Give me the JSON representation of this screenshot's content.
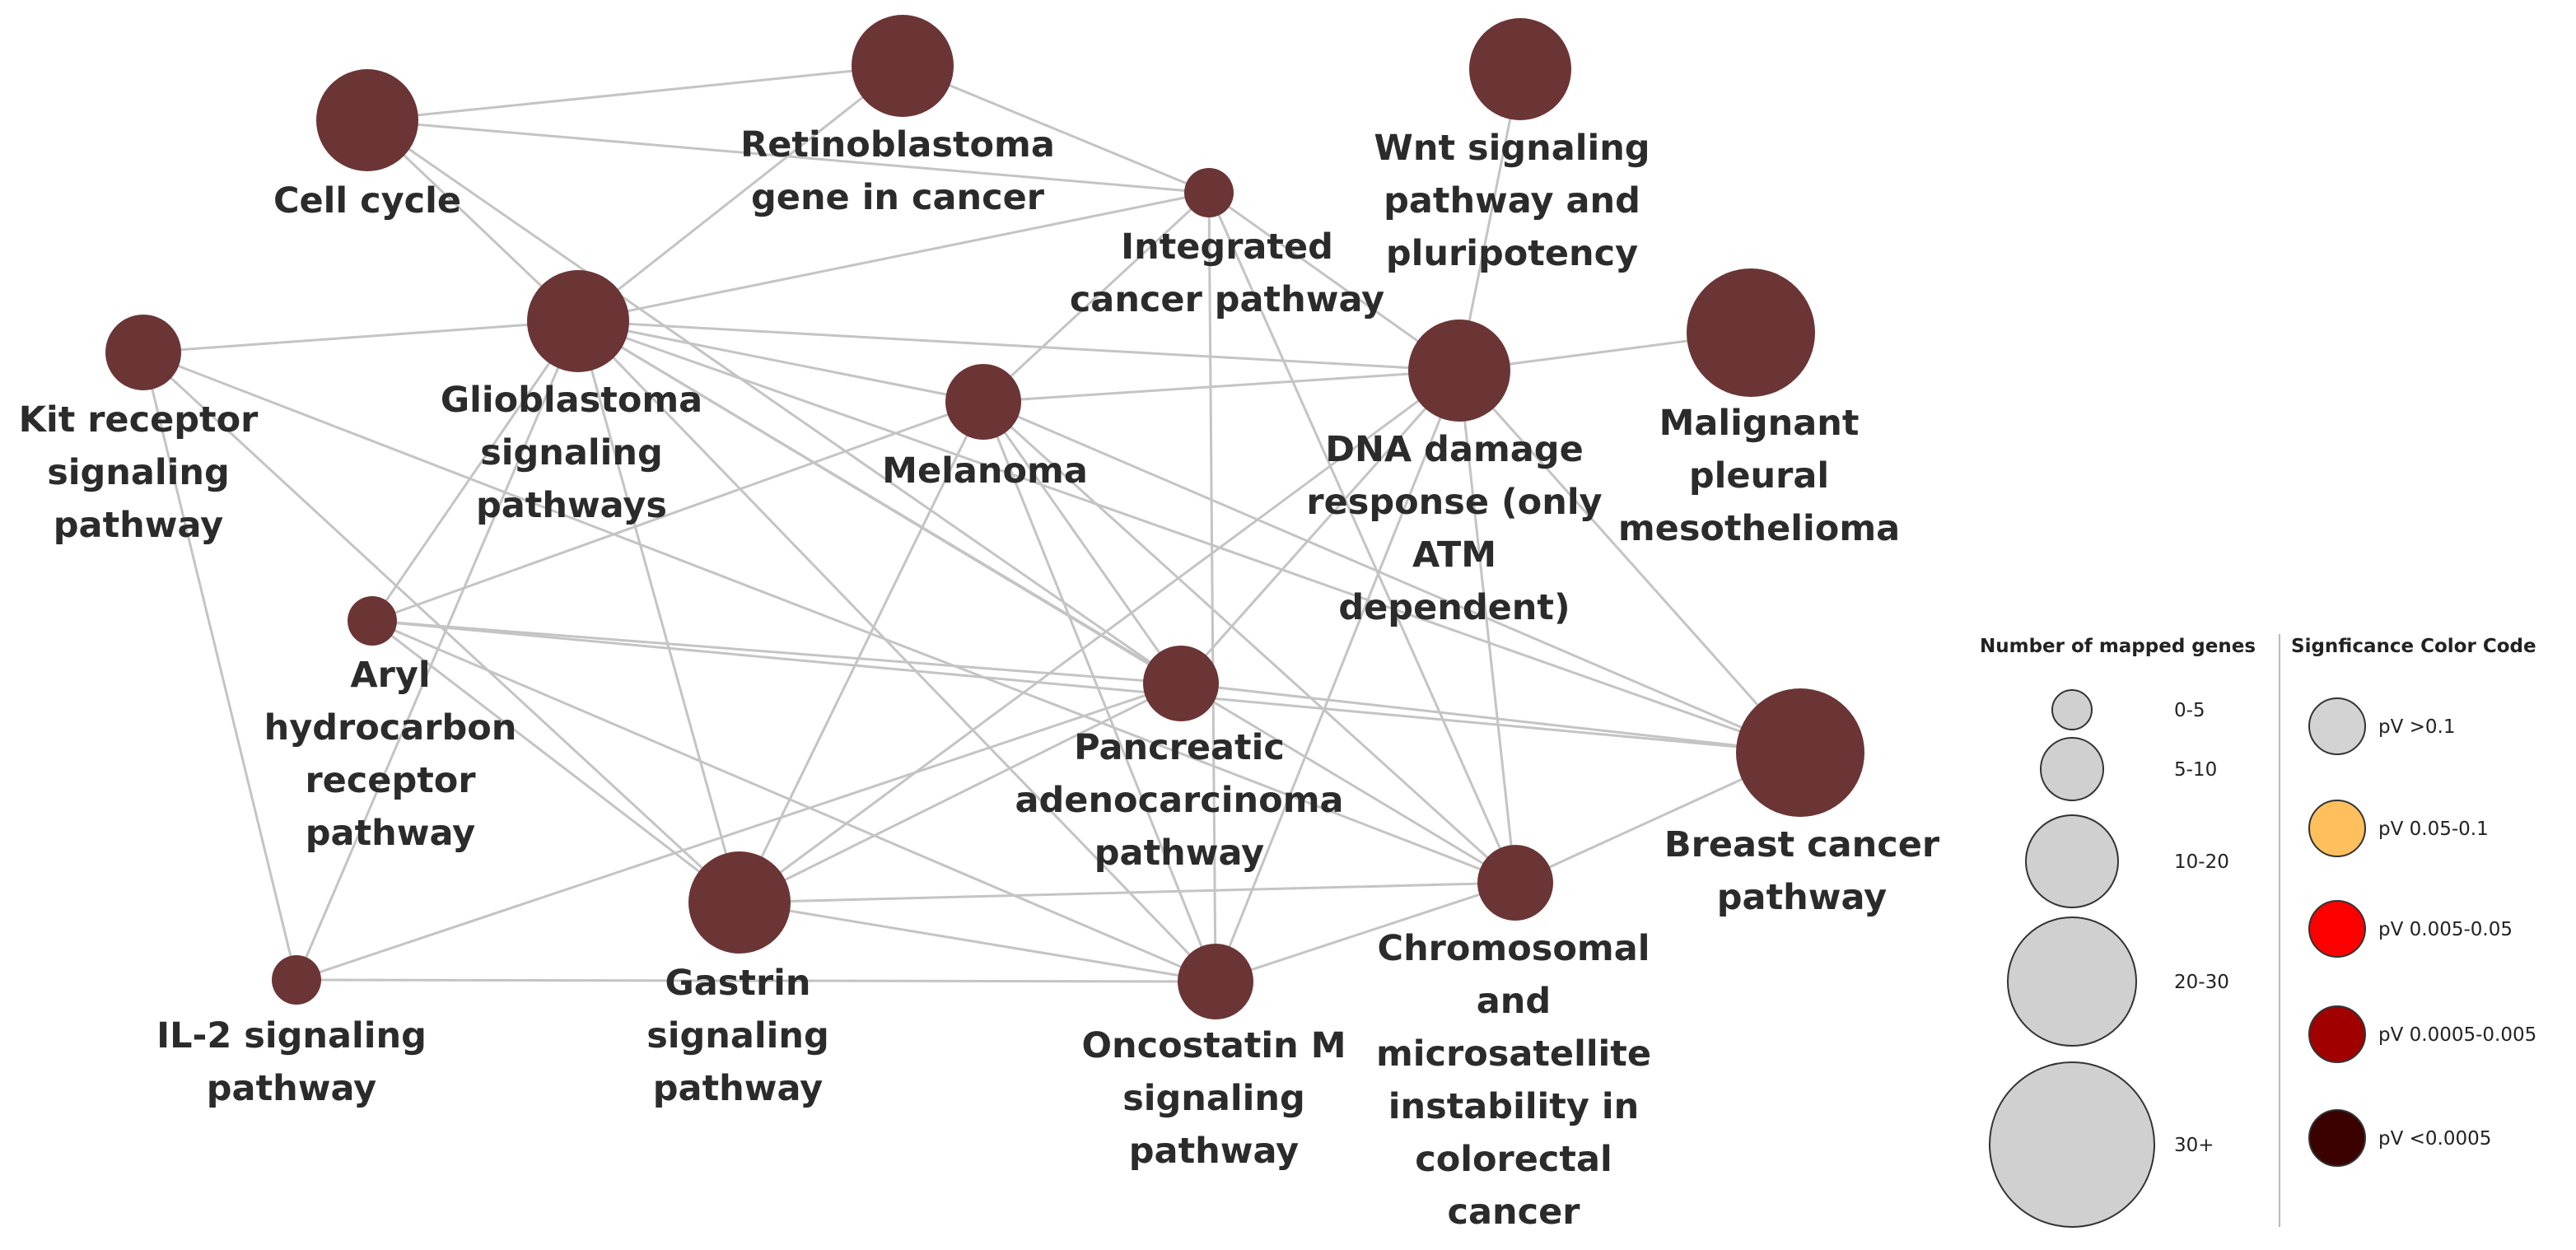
{
  "colors": {
    "node_fill": "#6b3535",
    "edge": "#c4c4c4",
    "legend_circle": "#d0d0d0",
    "legend_stroke": "#333333"
  },
  "nodes": [
    {
      "id": "cell-cycle",
      "label": [
        "Cell cycle"
      ]
    },
    {
      "id": "retinoblastoma",
      "label": [
        "Retinoblastoma",
        "gene in cancer"
      ]
    },
    {
      "id": "integrated",
      "label": [
        "Integrated",
        "cancer pathway"
      ]
    },
    {
      "id": "wnt",
      "label": [
        "Wnt signaling",
        "pathway and",
        "pluripotency"
      ]
    },
    {
      "id": "kit",
      "label": [
        "Kit receptor",
        "signaling",
        "pathway"
      ]
    },
    {
      "id": "glioblastoma",
      "label": [
        "Glioblastoma",
        "signaling",
        "pathways"
      ]
    },
    {
      "id": "melanoma",
      "label": [
        "Melanoma"
      ]
    },
    {
      "id": "dna-damage",
      "label": [
        "DNA damage",
        "response (only",
        "ATM",
        "dependent)"
      ]
    },
    {
      "id": "mesothelioma",
      "label": [
        "Malignant",
        "pleural",
        "mesothelioma"
      ]
    },
    {
      "id": "aryl",
      "label": [
        "Aryl",
        "hydrocarbon",
        "receptor",
        "pathway"
      ]
    },
    {
      "id": "pancreatic",
      "label": [
        "Pancreatic",
        "adenocarcinoma",
        "pathway"
      ]
    },
    {
      "id": "breast",
      "label": [
        "Breast cancer",
        "pathway"
      ]
    },
    {
      "id": "il2",
      "label": [
        "IL-2 signaling",
        "pathway"
      ]
    },
    {
      "id": "gastrin",
      "label": [
        "Gastrin",
        "signaling",
        "pathway"
      ]
    },
    {
      "id": "oncostatin",
      "label": [
        "Oncostatin M",
        "signaling",
        "pathway"
      ]
    },
    {
      "id": "chromosomal",
      "label": [
        "Chromosomal",
        "and",
        "microsatellite",
        "instability in",
        "colorectal",
        "cancer"
      ]
    }
  ],
  "edges": [
    [
      "cell-cycle",
      "retinoblastoma"
    ],
    [
      "cell-cycle",
      "integrated"
    ],
    [
      "cell-cycle",
      "glioblastoma"
    ],
    [
      "cell-cycle",
      "pancreatic"
    ],
    [
      "retinoblastoma",
      "integrated"
    ],
    [
      "retinoblastoma",
      "glioblastoma"
    ],
    [
      "integrated",
      "glioblastoma"
    ],
    [
      "integrated",
      "melanoma"
    ],
    [
      "integrated",
      "dna-damage"
    ],
    [
      "integrated",
      "oncostatin"
    ],
    [
      "integrated",
      "chromosomal"
    ],
    [
      "wnt",
      "dna-damage"
    ],
    [
      "kit",
      "glioblastoma"
    ],
    [
      "kit",
      "il2"
    ],
    [
      "kit",
      "gastrin"
    ],
    [
      "kit",
      "chromosomal"
    ],
    [
      "glioblastoma",
      "melanoma"
    ],
    [
      "glioblastoma",
      "dna-damage"
    ],
    [
      "glioblastoma",
      "aryl"
    ],
    [
      "glioblastoma",
      "il2"
    ],
    [
      "glioblastoma",
      "gastrin"
    ],
    [
      "glioblastoma",
      "oncostatin"
    ],
    [
      "glioblastoma",
      "breast"
    ],
    [
      "glioblastoma",
      "pancreatic"
    ],
    [
      "glioblastoma",
      "chromosomal"
    ],
    [
      "melanoma",
      "dna-damage"
    ],
    [
      "melanoma",
      "aryl"
    ],
    [
      "melanoma",
      "gastrin"
    ],
    [
      "melanoma",
      "oncostatin"
    ],
    [
      "melanoma",
      "pancreatic"
    ],
    [
      "melanoma",
      "chromosomal"
    ],
    [
      "melanoma",
      "breast"
    ],
    [
      "dna-damage",
      "mesothelioma"
    ],
    [
      "dna-damage",
      "pancreatic"
    ],
    [
      "dna-damage",
      "gastrin"
    ],
    [
      "dna-damage",
      "oncostatin"
    ],
    [
      "dna-damage",
      "chromosomal"
    ],
    [
      "dna-damage",
      "breast"
    ],
    [
      "aryl",
      "gastrin"
    ],
    [
      "aryl",
      "pancreatic"
    ],
    [
      "aryl",
      "oncostatin"
    ],
    [
      "aryl",
      "breast"
    ],
    [
      "pancreatic",
      "breast"
    ],
    [
      "pancreatic",
      "gastrin"
    ],
    [
      "pancreatic",
      "il2"
    ],
    [
      "gastrin",
      "oncostatin"
    ],
    [
      "gastrin",
      "chromosomal"
    ],
    [
      "il2",
      "oncostatin"
    ],
    [
      "oncostatin",
      "chromosomal"
    ],
    [
      "chromosomal",
      "breast"
    ]
  ],
  "legend": {
    "size_title": "Number of mapped genes",
    "size_items": [
      "0-5",
      "5-10",
      "10-20",
      "20-30",
      "30+"
    ],
    "color_title": "Signficance Color Code",
    "color_items": [
      {
        "label": "pV >0.1",
        "color": "#d3d3d3"
      },
      {
        "label": "pV 0.05-0.1",
        "color": "#ffbf5c"
      },
      {
        "label": "pV 0.005-0.05",
        "color": "#fc0000"
      },
      {
        "label": "pV 0.0005-0.005",
        "color": "#a00000"
      },
      {
        "label": "pV <0.0005",
        "color": "#3b0000"
      }
    ]
  }
}
